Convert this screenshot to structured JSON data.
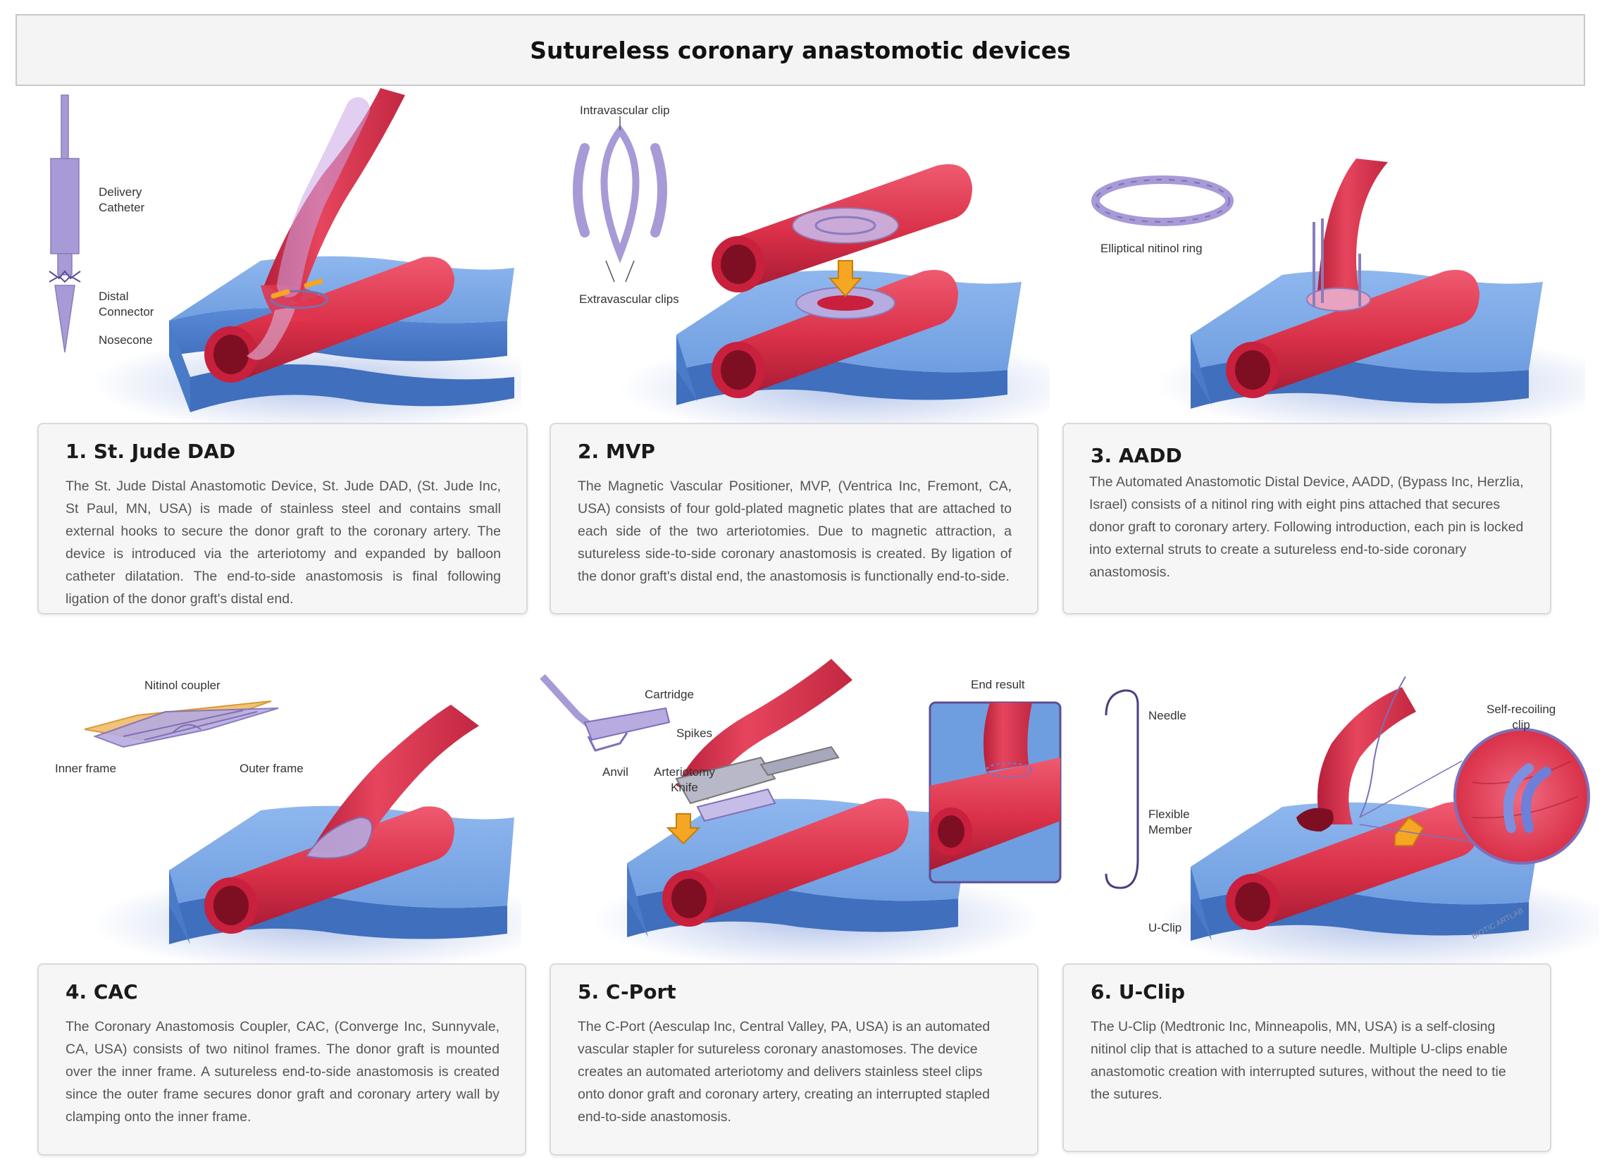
{
  "title": "Sutureless coronary anastomotic devices",
  "panels": [
    {
      "heading": "1. St. Jude DAD",
      "text": "The St. Jude Distal Anastomotic Device, St. Jude DAD, (St. Jude Inc, St Paul, MN, USA) is made of stainless steel and contains small external hooks to secure the donor graft to the coronary artery. The device is introduced via the arteriotomy and expanded by balloon catheter dilatation. The end-to-side anastomosis is final following ligation of the donor graft's distal end.",
      "labels": {
        "delivery_catheter": "Delivery\nCatheter",
        "distal_connector": "Distal\nConnector",
        "nosecone": "Nosecone"
      }
    },
    {
      "heading": "2. MVP",
      "text": "The Magnetic Vascular Positioner, MVP, (Ventrica Inc, Fremont, CA, USA) consists of four gold-plated magnetic plates that are attached to each side of the two arteriotomies. Due to magnetic attraction, a sutureless side-to-side coronary anastomosis is created. By ligation of the donor graft's distal end, the anastomosis is functionally end-to-side.",
      "labels": {
        "intravascular_clip": "Intravascular clip",
        "extravascular_clips": "Extravascular clips"
      }
    },
    {
      "heading": "3. AADD",
      "text": "The Automated Anastomotic Distal Device, AADD, (Bypass Inc, Herzlia, Israel) consists of a nitinol ring with eight pins attached that secures donor graft to coronary artery. Following introduction, each pin is locked into external struts to create a sutureless end-to-side coronary anastomosis.",
      "labels": {
        "elliptical_ring": "Elliptical nitinol ring"
      }
    },
    {
      "heading": "4. CAC",
      "text": "The Coronary Anastomosis Coupler, CAC, (Converge Inc, Sunnyvale, CA, USA) consists of two nitinol frames. The donor graft is mounted over the inner frame. A sutureless end-to-side anastomosis is created since the outer frame secures donor graft and coronary artery wall by clamping onto the inner frame.",
      "labels": {
        "nitinol_coupler": "Nitinol coupler",
        "inner_frame": "Inner frame",
        "outer_frame": "Outer frame"
      }
    },
    {
      "heading": "5. C-Port",
      "text": "The C-Port (Aesculap Inc, Central Valley, PA, USA) is an automated vascular stapler for sutureless coronary anastomoses. The device creates an automated arteriotomy and delivers stainless steel clips onto donor graft and coronary artery, creating an interrupted stapled end-to-side anastomosis.",
      "labels": {
        "cartridge": "Cartridge",
        "spikes": "Spikes",
        "anvil": "Anvil",
        "arteriotomy_knife": "Arteriotomy\nKnife",
        "end_result": "End result"
      }
    },
    {
      "heading": "6. U-Clip",
      "text": "The U-Clip (Medtronic Inc, Minneapolis, MN, USA) is a self-closing nitinol clip that is attached to a suture needle. Multiple U-clips enable anastomotic creation with interrupted sutures, without the need to tie the sutures.",
      "labels": {
        "needle": "Needle",
        "flexible_member": "Flexible\nMember",
        "u_clip": "U-Clip",
        "self_recoiling_clip": "Self-recoiling\nclip",
        "watermark": "BIOTIC ARTLAB"
      }
    }
  ],
  "colors": {
    "artery": "#e0354f",
    "artery_dark": "#b01f3a",
    "tissue": "#6f9ee0",
    "tissue_dark": "#4d7cc4",
    "device": "#a89ad6",
    "accent": "#f5a623"
  }
}
